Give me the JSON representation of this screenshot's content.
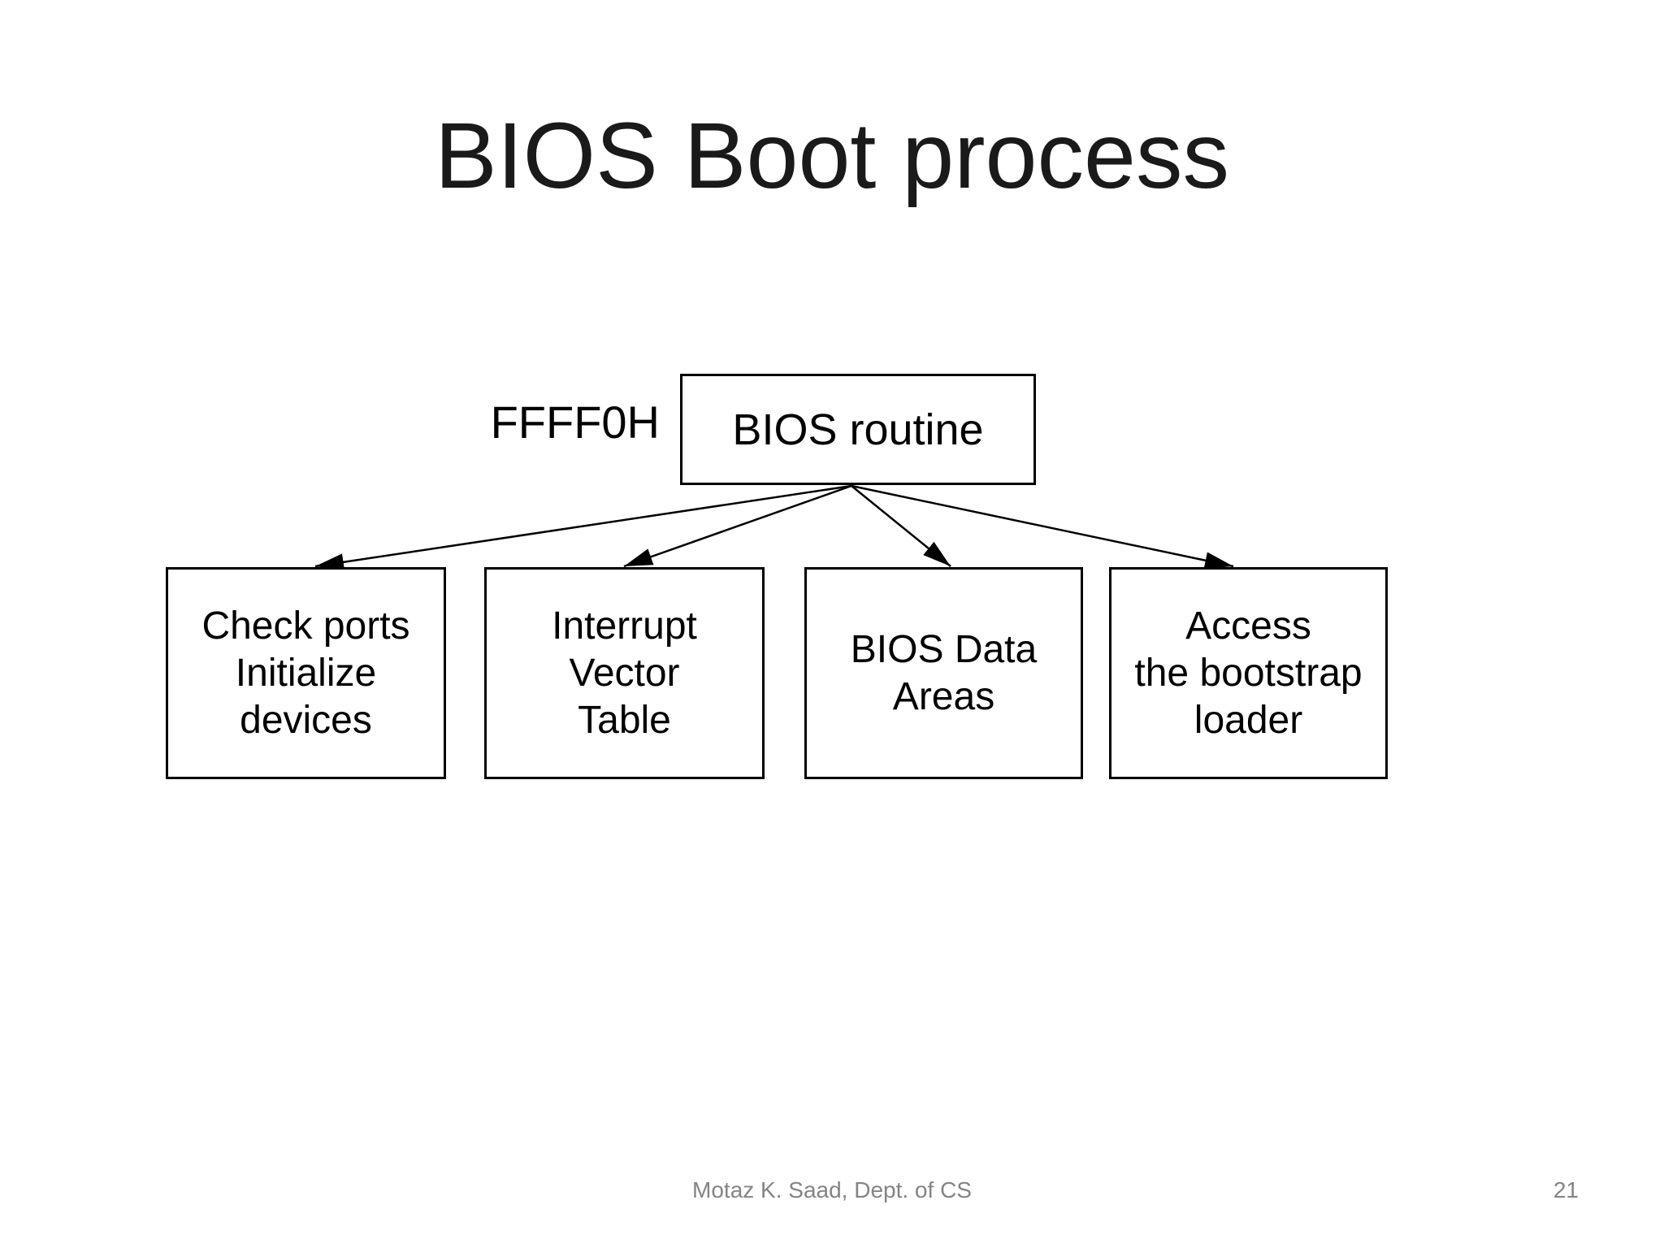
{
  "title": "BIOS Boot process",
  "diagram": {
    "address_label": "FFFF0H",
    "root": {
      "id": "bios-routine",
      "label": "BIOS routine"
    },
    "boxes": [
      {
        "id": "check-ports",
        "lines": [
          "Check ports",
          "Initialize",
          "devices"
        ]
      },
      {
        "id": "interrupt-vector-table",
        "lines": [
          "Interrupt",
          "Vector",
          "Table"
        ]
      },
      {
        "id": "bios-data-areas",
        "lines": [
          "BIOS Data",
          "Areas"
        ]
      },
      {
        "id": "bootstrap-loader",
        "lines": [
          "Access",
          "the bootstrap",
          "loader"
        ]
      }
    ],
    "edges": [
      {
        "from": "bios-routine",
        "to": "check-ports"
      },
      {
        "from": "bios-routine",
        "to": "interrupt-vector-table"
      },
      {
        "from": "bios-routine",
        "to": "bios-data-areas"
      },
      {
        "from": "bios-routine",
        "to": "bootstrap-loader"
      }
    ],
    "line_color": "#000000",
    "box_fill": "#ffffff"
  },
  "footer": {
    "credit": "Motaz K. Saad, Dept. of CS",
    "page_number": "21",
    "text_color": "#848484"
  }
}
